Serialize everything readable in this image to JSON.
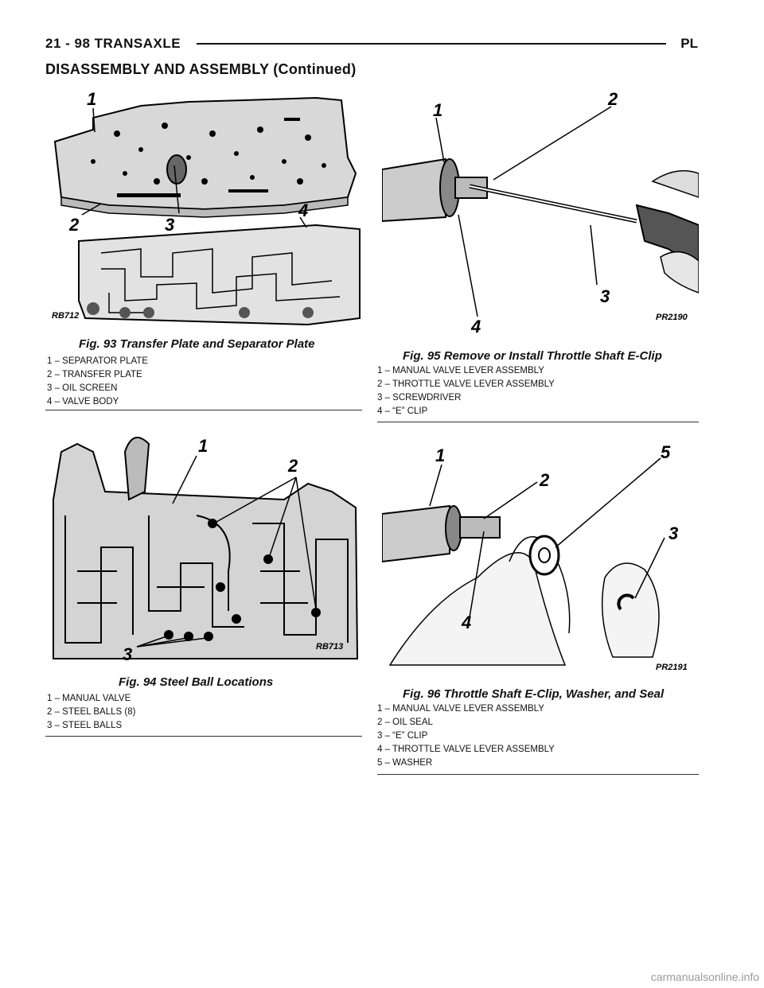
{
  "header": {
    "page_ref": "21 - 98   TRANSAXLE",
    "model": "PL"
  },
  "section_title": "DISASSEMBLY AND ASSEMBLY (Continued)",
  "figures": {
    "fig93": {
      "caption": "Fig. 93 Transfer Plate and Separator Plate",
      "tag": "RB712",
      "callouts": [
        "1",
        "2",
        "3",
        "4"
      ],
      "legend": [
        "1 – SEPARATOR PLATE",
        "2 – TRANSFER PLATE",
        "3 – OIL SCREEN",
        "4 – VALVE BODY"
      ]
    },
    "fig94": {
      "caption": "Fig. 94 Steel Ball Locations",
      "tag": "RB713",
      "callouts": [
        "1",
        "2",
        "3"
      ],
      "legend": [
        "1 – MANUAL VALVE",
        "2 – STEEL BALLS (8)",
        "3 – STEEL BALLS"
      ]
    },
    "fig95": {
      "caption": "Fig. 95 Remove or Install Throttle Shaft E-Clip",
      "tag": "PR2190",
      "callouts": [
        "1",
        "2",
        "3",
        "4"
      ],
      "legend": [
        "1 – MANUAL VALVE LEVER ASSEMBLY",
        "2 – THROTTLE VALVE LEVER ASSEMBLY",
        "3 – SCREWDRIVER",
        "4 – “E” CLIP"
      ]
    },
    "fig96": {
      "caption": "Fig. 96 Throttle Shaft E-Clip, Washer, and Seal",
      "tag": "PR2191",
      "callouts": [
        "1",
        "2",
        "3",
        "4",
        "5"
      ],
      "legend": [
        "1 – MANUAL VALVE LEVER ASSEMBLY",
        "2 – OIL SEAL",
        "3 – “E” CLIP",
        "4 – THROTTLE VALVE LEVER ASSEMBLY",
        "5 – WASHER"
      ]
    }
  },
  "watermark": "carmanualsonline.info"
}
